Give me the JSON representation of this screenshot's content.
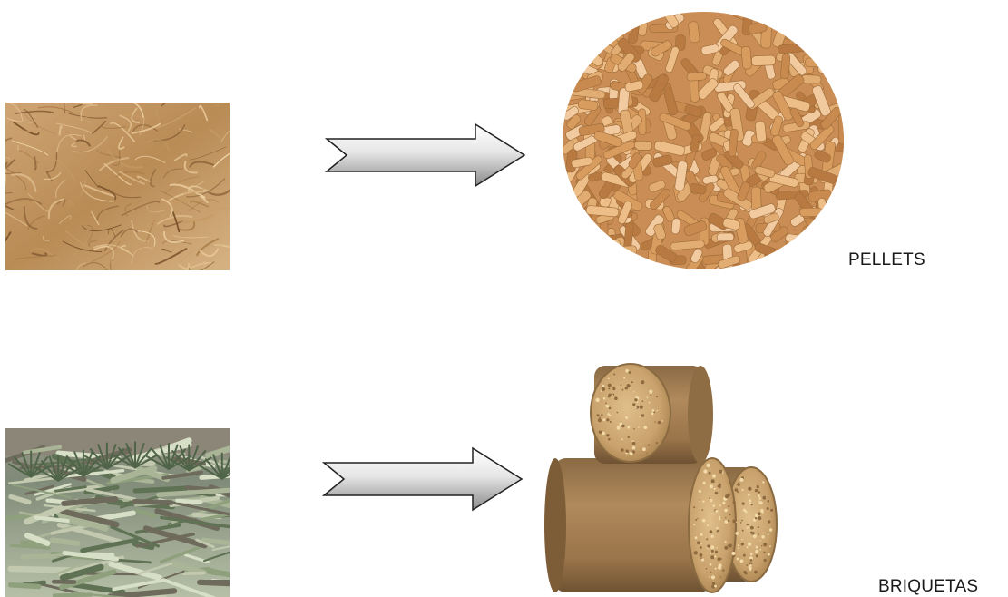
{
  "rows": [
    {
      "source": {
        "icon": "agave-fiber-photo"
      },
      "arrow": {
        "icon": "right-arrow-icon"
      },
      "product": {
        "icon": "wood-pellets-photo",
        "label": "PELLETS"
      }
    },
    {
      "source": {
        "icon": "agave-field-residue-photo"
      },
      "arrow": {
        "icon": "right-arrow-icon"
      },
      "product": {
        "icon": "biomass-briquettes-photo",
        "label": "BRIQUETAS"
      }
    }
  ],
  "colors": {
    "fiber": "#c49a62",
    "pellet": "#d9a26a",
    "briquette": "#a5784a",
    "arrow_light": "#ffffff",
    "arrow_dark": "#8a8a8a",
    "background": "#ffffff"
  }
}
